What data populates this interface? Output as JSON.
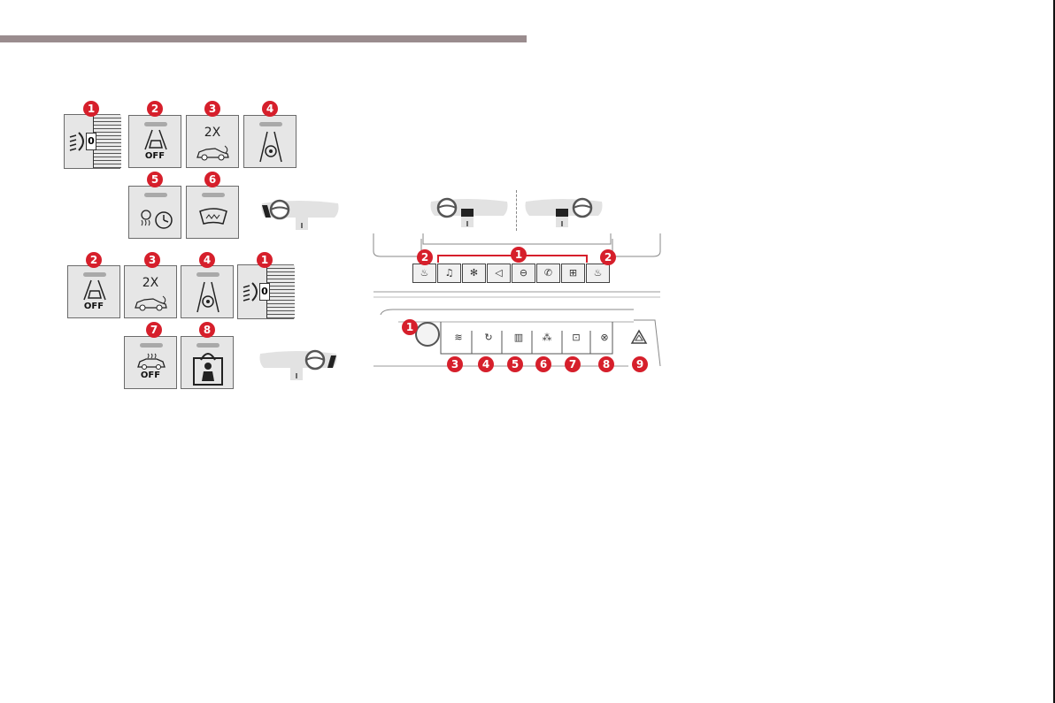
{
  "callouts": {
    "a1": "1",
    "a2": "2",
    "a3": "3",
    "a4": "4",
    "a5": "5",
    "a6": "6",
    "b2": "2",
    "b3": "3",
    "b4": "4",
    "b1": "1",
    "b7": "7",
    "b8": "8",
    "c2l": "2",
    "c1": "1",
    "c2r": "2",
    "d1": "1",
    "d3": "3",
    "d4": "4",
    "d5": "5",
    "d6": "6",
    "d7": "7",
    "d8": "8",
    "d9": "9"
  },
  "labels": {
    "off_a": "OFF",
    "off_b": "OFF",
    "off_c": "OFF",
    "twox_a": "2X",
    "twox_b": "2X",
    "zero_a": "0",
    "zero_b": "0"
  },
  "icons": {
    "headlamp": "headlamp-beam-adjust-icon",
    "lane_off": "lane-assist-off-icon",
    "park_sensor": "parking-sensor-icon",
    "lane_keep": "lane-keeping-icon",
    "fan_timer": "programmable-heating-icon",
    "windscreen": "heated-windscreen-icon",
    "climate_off": "climate-off-icon",
    "child_lock": "child-lock-icon",
    "hazard": "hazard-warning-icon"
  },
  "colors": {
    "callout": "#d61f2b",
    "panel": "#e6e6e6",
    "rule": "#9a8c8e"
  }
}
